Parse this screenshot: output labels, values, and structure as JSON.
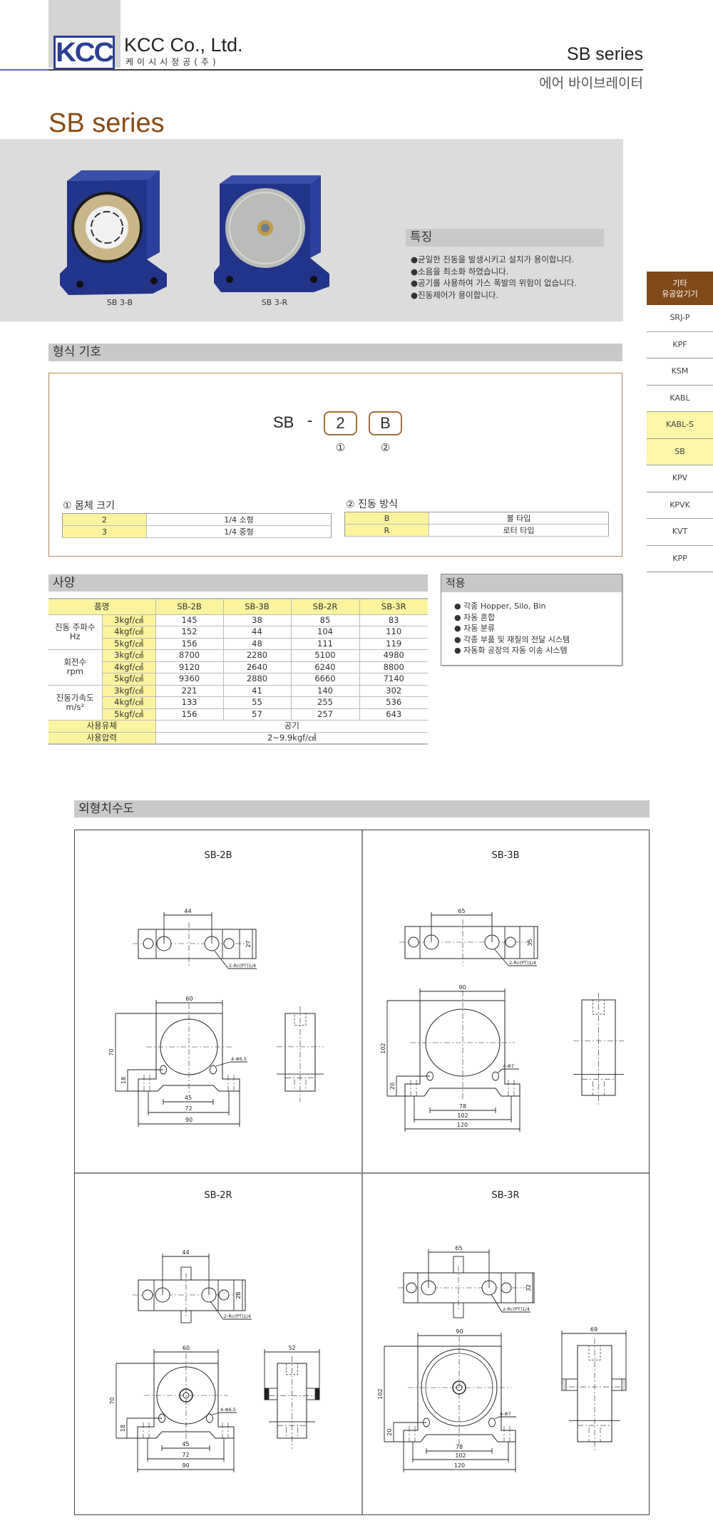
{
  "header": {
    "logo_text": "KCC",
    "company": "KCC Co., Ltd.",
    "company_kr": "케이시시정공(주)",
    "series": "SB series",
    "subtitle": "에어 바이브레이터"
  },
  "page_title": "SB series",
  "products": [
    {
      "caption": "SB 3-B"
    },
    {
      "caption": "SB 3-R"
    }
  ],
  "features": {
    "title": "특징",
    "items": [
      "●균일한 진동을 발생시키고 설치가 용이합니다.",
      "●소음을 최소화 하였습니다.",
      "●공기를 사용하여 가스 폭발의 위험이 없습니다.",
      "●진동제어가 용이합니다."
    ]
  },
  "sidebar": {
    "header_line1": "기타",
    "header_line2": "유공압기기",
    "items": [
      {
        "label": "SRJ-P",
        "highlight": false
      },
      {
        "label": "KPF",
        "highlight": false
      },
      {
        "label": "KSM",
        "highlight": false
      },
      {
        "label": "KABL",
        "highlight": false
      },
      {
        "label": "KABL-S",
        "highlight": true
      },
      {
        "label": "SB",
        "highlight": true
      },
      {
        "label": "KPV",
        "highlight": false
      },
      {
        "label": "KPVK",
        "highlight": false
      },
      {
        "label": "KVT",
        "highlight": false
      },
      {
        "label": "KPP",
        "highlight": false
      }
    ]
  },
  "model_code": {
    "title": "형식 기호",
    "prefix": "SB",
    "dash": "-",
    "code1": "2",
    "code2": "B",
    "mark1": "①",
    "mark2": "②",
    "size": {
      "title": "① 몸체 크기",
      "rows": [
        [
          "2",
          "1/4 소형"
        ],
        [
          "3",
          "1/4 중형"
        ]
      ]
    },
    "mode": {
      "title": "② 진동 방식",
      "rows": [
        [
          "B",
          "볼 타입"
        ],
        [
          "R",
          "로터 타입"
        ]
      ]
    }
  },
  "specs": {
    "title": "사양",
    "header": [
      "품명",
      "SB-2B",
      "SB-3B",
      "SB-2R",
      "SB-3R"
    ],
    "groups": [
      {
        "label": "진동 주파수",
        "unit": "Hz",
        "rows": [
          {
            "pressure": "3kgf/㎠",
            "values": [
              "145",
              "38",
              "85",
              "83"
            ]
          },
          {
            "pressure": "4kgf/㎠",
            "values": [
              "152",
              "44",
              "104",
              "110"
            ]
          },
          {
            "pressure": "5kgf/㎠",
            "values": [
              "156",
              "48",
              "111",
              "119"
            ]
          }
        ]
      },
      {
        "label": "회전수",
        "unit": "rpm",
        "rows": [
          {
            "pressure": "3kgf/㎠",
            "values": [
              "8700",
              "2280",
              "5100",
              "4980"
            ]
          },
          {
            "pressure": "4kgf/㎠",
            "values": [
              "9120",
              "2640",
              "6240",
              "8800"
            ]
          },
          {
            "pressure": "5kgf/㎠",
            "values": [
              "9360",
              "2880",
              "6660",
              "7140"
            ]
          }
        ]
      },
      {
        "label": "진동가속도",
        "unit": "m/s²",
        "rows": [
          {
            "pressure": "3kgf/㎠",
            "values": [
              "221",
              "41",
              "140",
              "302"
            ]
          },
          {
            "pressure": "4kgf/㎠",
            "values": [
              "133",
              "55",
              "255",
              "536"
            ]
          },
          {
            "pressure": "5kgf/㎠",
            "values": [
              "156",
              "57",
              "257",
              "643"
            ]
          }
        ]
      }
    ],
    "fluid": {
      "label": "사용유체",
      "value": "공기"
    },
    "pressure": {
      "label": "사용압력",
      "value": "2~9.9kgf/㎠"
    }
  },
  "applications": {
    "title": "적용",
    "items": [
      "● 각종 Hopper, Silo, Bin",
      "● 자동 혼합",
      "● 자동 분류",
      "● 각종 부품 및 재질의 전달 시스템",
      "● 자동화 공장의 자동 이송 시스템"
    ]
  },
  "drawings": {
    "title": "외형치수도",
    "items": [
      {
        "title": "SB-2B",
        "top_pitch": "44",
        "top_height": "27",
        "port": "2-Rc(PT)1/4",
        "width": "60",
        "height": "70",
        "foot_height": "18",
        "mount": "4-Φ6.5",
        "inner": "45",
        "hole_pitch": "72",
        "base": "90"
      },
      {
        "title": "SB-3B",
        "top_pitch": "65",
        "top_height": "35",
        "port": "2-Rc(PT)1/4",
        "width": "90",
        "height": "102",
        "foot_height": "20",
        "mount": "4-Φ7",
        "inner": "78",
        "hole_pitch": "102",
        "base": "120"
      },
      {
        "title": "SB-2R",
        "top_pitch": "44",
        "top_height": "28",
        "port": "2-Rc(PT)1/4",
        "width": "60",
        "height": "70",
        "foot_height": "18",
        "mount": "4-Φ6.5",
        "inner": "45",
        "hole_pitch": "72",
        "base": "90",
        "side_width": "52"
      },
      {
        "title": "SB-3R",
        "top_pitch": "65",
        "top_height": "32",
        "port": "2-Rc(PT)1/4",
        "width": "90",
        "height": "102",
        "foot_height": "20",
        "mount": "4-Φ7",
        "inner": "78",
        "hole_pitch": "102",
        "base": "120",
        "side_width": "69"
      }
    ]
  }
}
